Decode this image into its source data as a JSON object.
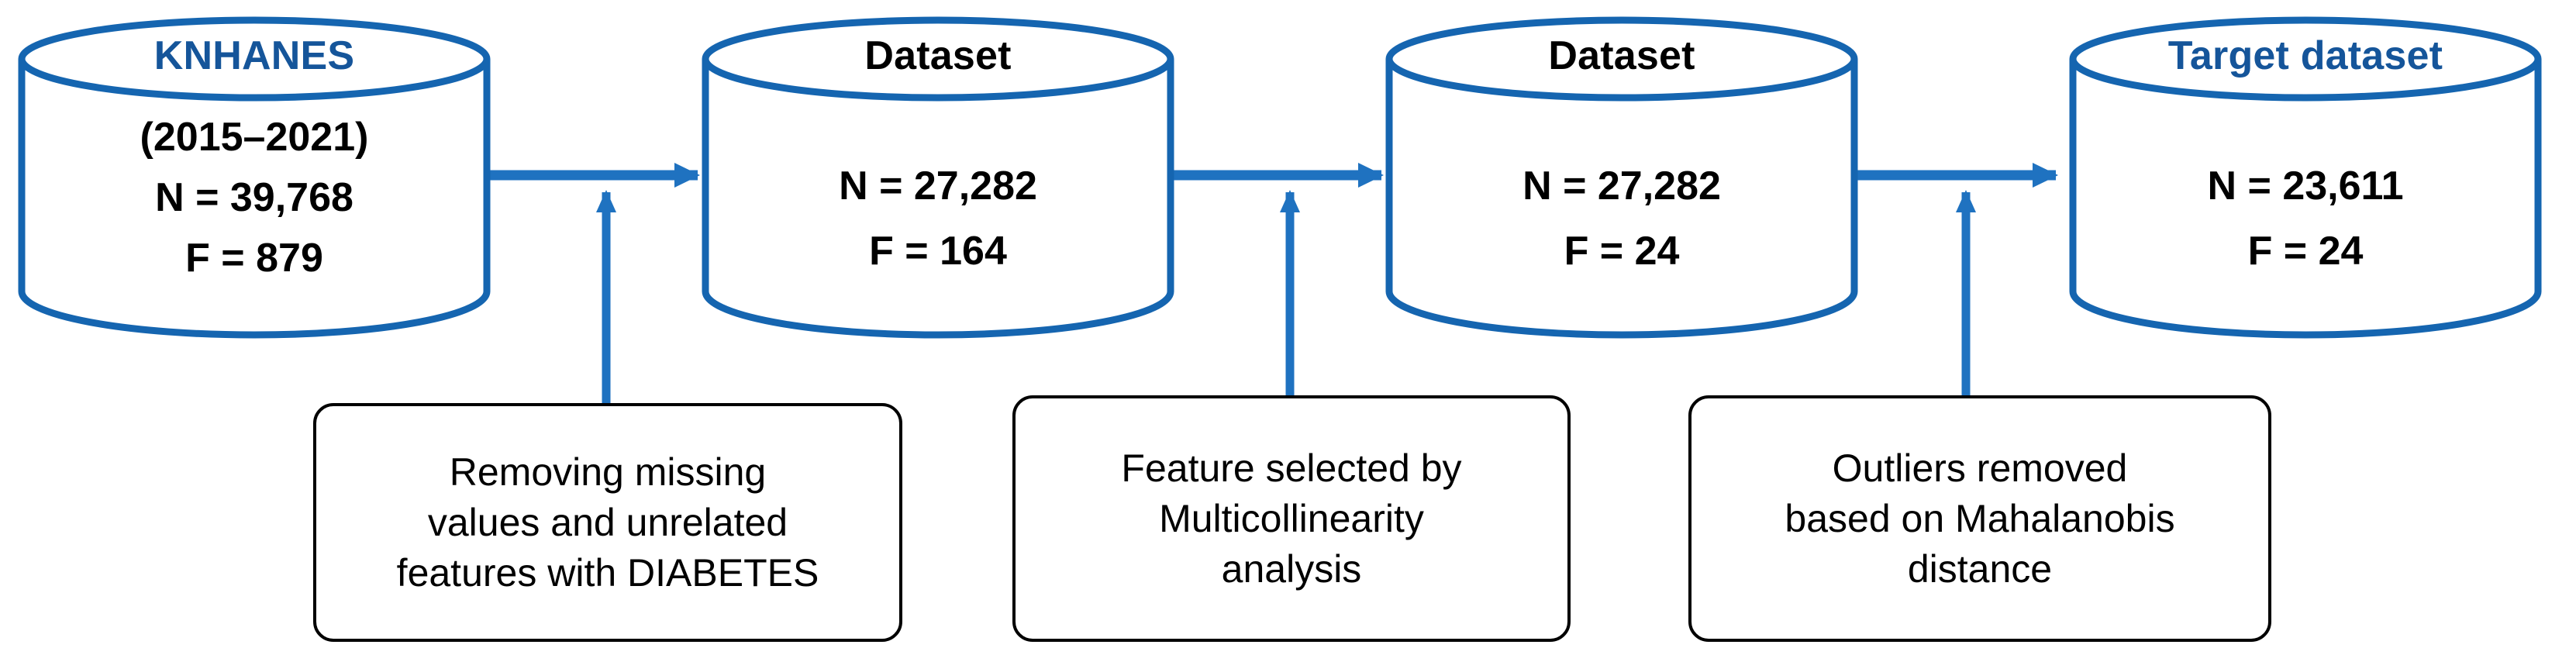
{
  "diagram": {
    "title_color": "#15559A",
    "accent_color": "#1F72C0",
    "cylinder_stroke": "#1565B0",
    "box_stroke": "#000000",
    "text_color": "#000000"
  },
  "stages": [
    {
      "id": "knhanes",
      "title": "KNHANES",
      "title_color": "#15559A",
      "lines": [
        "(2015–2021)",
        "N = 39,768",
        "F = 879"
      ]
    },
    {
      "id": "dataset-1",
      "title": "Dataset",
      "title_color": "#000000",
      "lines": [
        "N = 27,282",
        "F = 164"
      ]
    },
    {
      "id": "dataset-2",
      "title": "Dataset",
      "title_color": "#000000",
      "lines": [
        "N = 27,282",
        "F = 24"
      ]
    },
    {
      "id": "target-dataset",
      "title": "Target dataset",
      "title_color": "#15559A",
      "lines": [
        "N = 23,611",
        "F = 24"
      ]
    }
  ],
  "steps": [
    {
      "id": "step-1",
      "lines": [
        "Removing missing",
        "values and unrelated",
        "features with DIABETES"
      ]
    },
    {
      "id": "step-2",
      "lines": [
        "Feature selected by",
        "Multicollinearity",
        "analysis"
      ]
    },
    {
      "id": "step-3",
      "lines": [
        "Outliers removed",
        "based on Mahalanobis",
        "distance"
      ]
    }
  ],
  "arrows": {
    "flow_icon": "arrow-right-icon",
    "annotation_icon": "arrow-up-icon"
  }
}
